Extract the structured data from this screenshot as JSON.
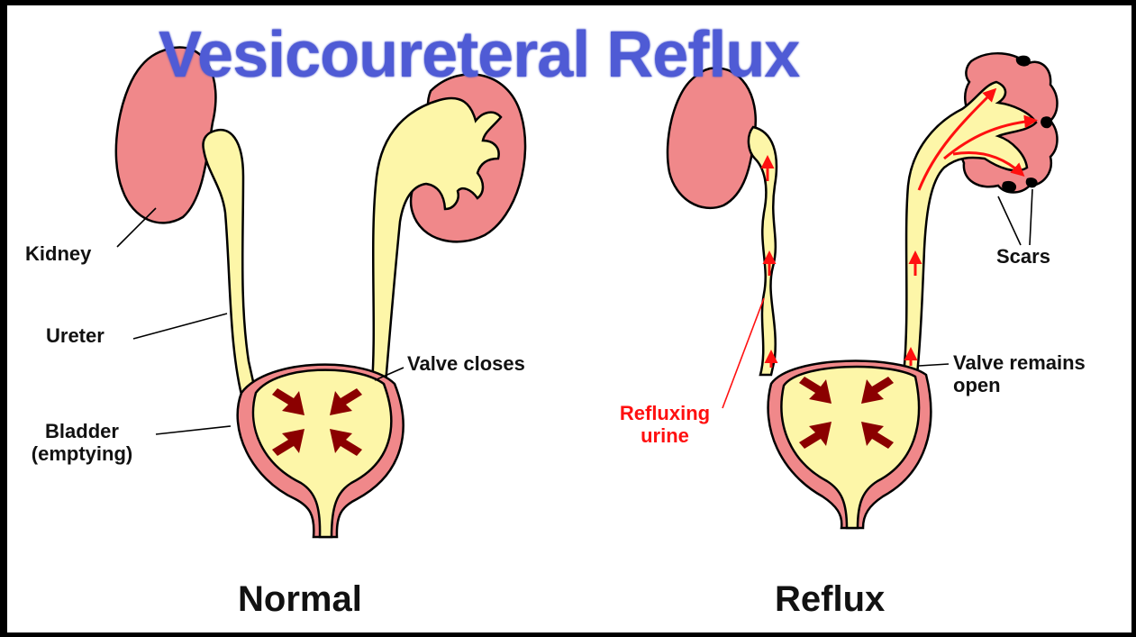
{
  "title": "Vesicoureteral Reflux",
  "labels": {
    "kidney": "Kidney",
    "ureter": "Ureter",
    "bladder_line1": "Bladder",
    "bladder_line2": "(emptying)",
    "valve_closes": "Valve closes",
    "refluxing_line1": "Refluxing",
    "refluxing_line2": "urine",
    "valve_remains_line1": "Valve remains",
    "valve_remains_line2": "open",
    "scars": "Scars"
  },
  "captions": {
    "normal": "Normal",
    "reflux": "Reflux"
  },
  "colors": {
    "title": "#4f5bd5",
    "kidney": "#f0888a",
    "urine": "#fdf6a8",
    "arrow_dark": "#8b0000",
    "arrow_red": "#ff1010",
    "outline": "#000000"
  }
}
